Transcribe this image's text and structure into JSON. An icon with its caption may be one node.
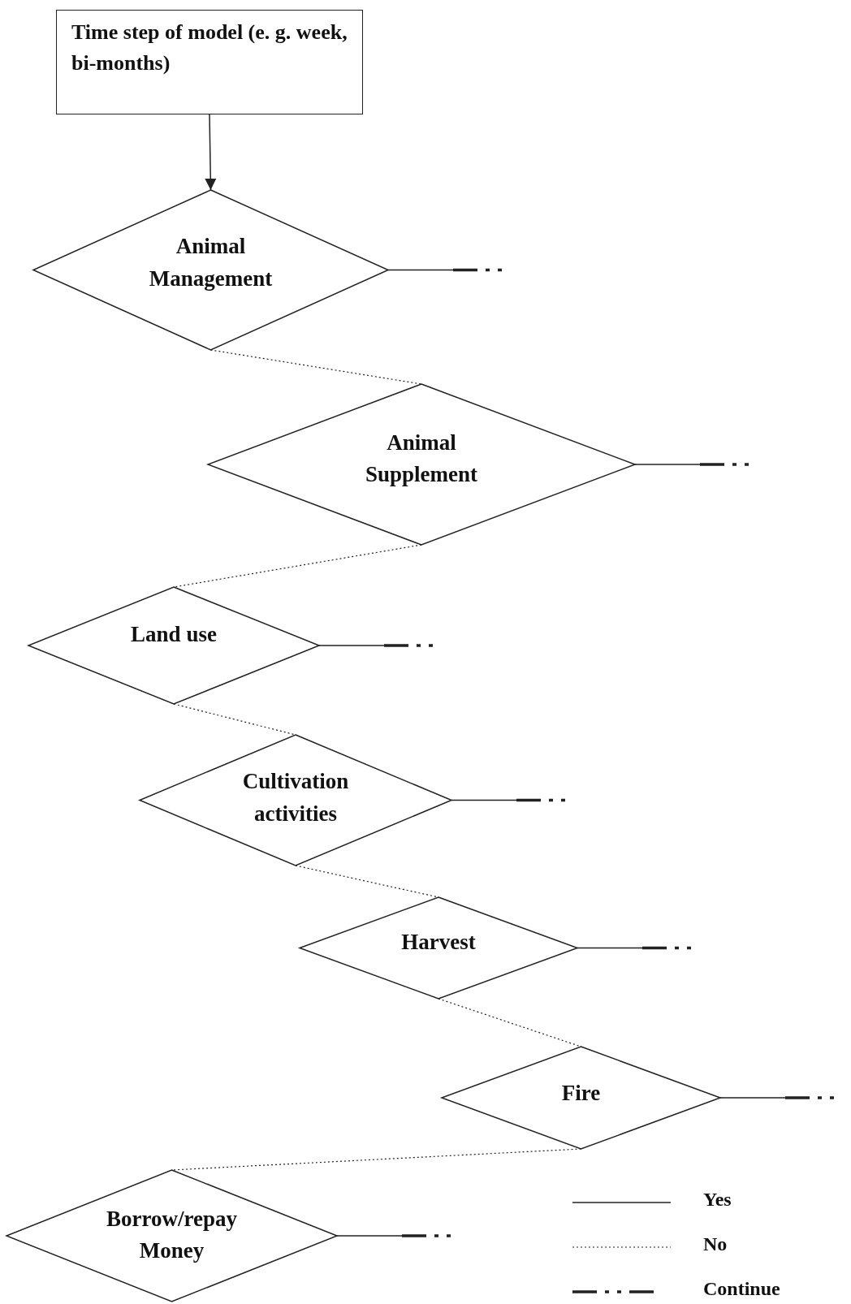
{
  "diagram": {
    "nodes": [
      {
        "text": [
          "Time step of model (e. g. week, bi-months)"
        ]
      },
      {
        "text": [
          "Animal Management"
        ]
      },
      {
        "text": [
          "Animal Supplement"
        ]
      },
      {
        "text": [
          "Land use"
        ]
      },
      {
        "text": [
          "Cultivation activities"
        ]
      },
      {
        "text": [
          "Harvest"
        ]
      },
      {
        "text": [
          "Fire"
        ]
      },
      {
        "text": [
          "Borrow/repay Money"
        ]
      }
    ],
    "edges": [
      {
        "from": 0,
        "to": 1,
        "arrow": "to"
      },
      {
        "from": 1,
        "to": null,
        "arrow": "none"
      },
      {
        "from": 1,
        "to": 2,
        "arrow": "none",
        "style": "dashed"
      },
      {
        "from": 2,
        "to": null,
        "arrow": "none"
      },
      {
        "from": 2,
        "to": 3,
        "arrow": "none",
        "style": "dashed"
      },
      {
        "from": 3,
        "to": null,
        "arrow": "none"
      },
      {
        "from": 3,
        "to": 4,
        "arrow": "none",
        "style": "dashed"
      },
      {
        "from": 4,
        "to": null,
        "arrow": "none"
      },
      {
        "from": 4,
        "to": 5,
        "arrow": "none",
        "style": "dashed"
      },
      {
        "from": 5,
        "to": null,
        "arrow": "none"
      },
      {
        "from": 5,
        "to": 6,
        "arrow": "none",
        "style": "dashed"
      },
      {
        "from": 6,
        "to": null,
        "arrow": "none"
      },
      {
        "from": 6,
        "to": 7,
        "arrow": "none",
        "style": "dashed"
      },
      {
        "from": 7,
        "to": null,
        "arrow": "none"
      }
    ],
    "legend": [
      {
        "text": "Yes"
      },
      {
        "text": "No"
      },
      {
        "text": "Continue"
      }
    ]
  }
}
